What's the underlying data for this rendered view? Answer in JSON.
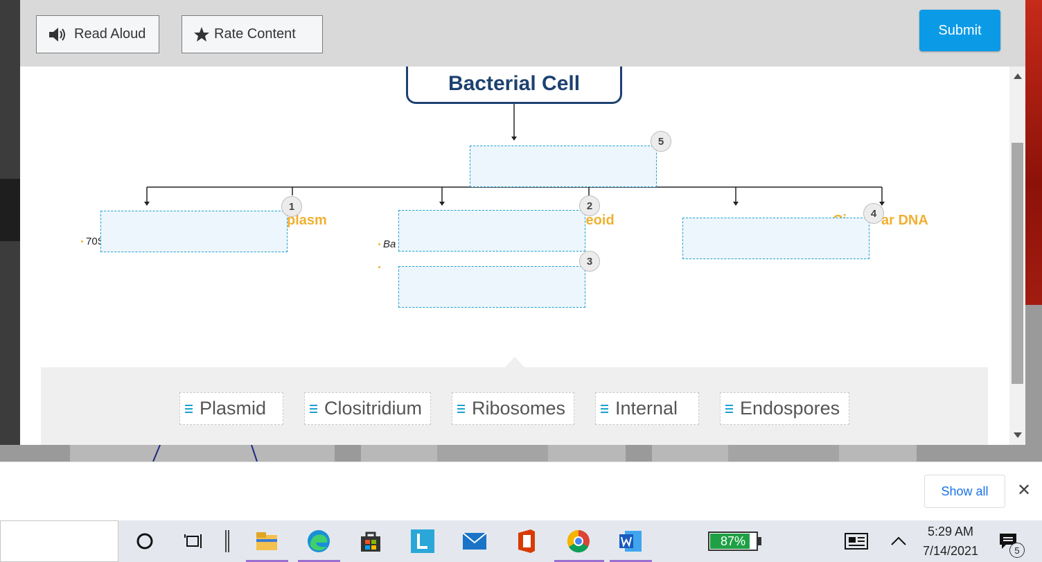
{
  "toolbar": {
    "read_aloud_label": "Read Aloud",
    "rate_content_label": "Rate Content",
    "submit_label": "Submit"
  },
  "diagram": {
    "title": "Bacterial Cell",
    "branches": [
      {
        "partial_label": "plasm",
        "bullet": "70S"
      },
      {
        "partial_label": "leoid",
        "bullet": "Ba"
      },
      {
        "partial_label": "ar DNA",
        "partial_prefix": "Ci"
      }
    ],
    "drop_zones": [
      {
        "number": "1"
      },
      {
        "number": "2"
      },
      {
        "number": "3"
      },
      {
        "number": "4"
      },
      {
        "number": "5"
      }
    ]
  },
  "answer_bank": {
    "chips": [
      "Plasmid",
      "Clositridium",
      "Ribosomes",
      "Internal",
      "Endospores"
    ],
    "accent_color": "#1aa0cf"
  },
  "downloads": {
    "show_all_label": "Show all",
    "close_symbol": "✕"
  },
  "taskbar": {
    "battery_percent": "87%",
    "battery_level": 0.87,
    "time": "5:29 AM",
    "date": "7/14/2021",
    "notification_count": "5",
    "pinned_apps": [
      "cortana-icon",
      "task-view-icon",
      "file-explorer-icon",
      "edge-icon",
      "store-icon",
      "l-app-icon",
      "mail-icon",
      "office-icon",
      "chrome-icon",
      "word-icon"
    ]
  },
  "colors": {
    "submit": "#0b9ae6",
    "title": "#1d4170",
    "branch_label": "#f0b030",
    "drop_zone_border": "#1aa0cf"
  }
}
